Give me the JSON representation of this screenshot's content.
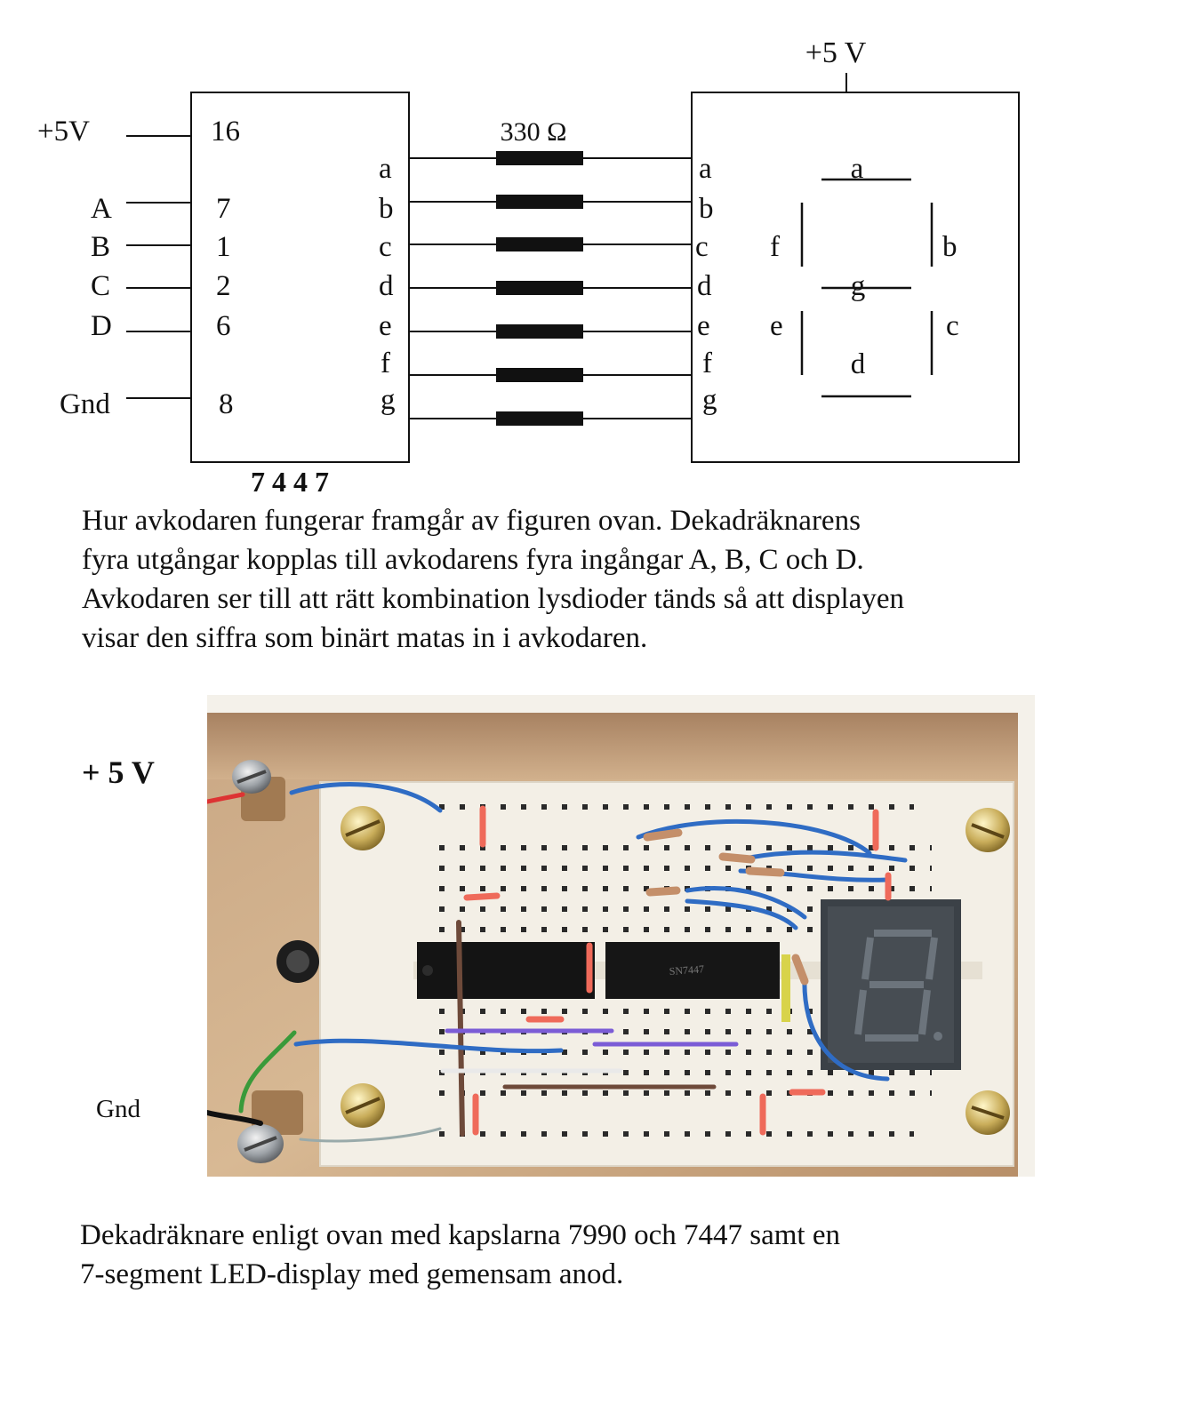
{
  "schematic": {
    "top_supply_label": "+5 V",
    "left_supply_label": "+5V",
    "decoder": {
      "part_label": "7 4 4 7",
      "vcc_pin": "16",
      "gnd_pin": "8",
      "inputs": [
        {
          "name": "A",
          "pin": "7"
        },
        {
          "name": "B",
          "pin": "1"
        },
        {
          "name": "C",
          "pin": "2"
        },
        {
          "name": "D",
          "pin": "6"
        }
      ],
      "gnd_label": "Gnd",
      "outputs": [
        "a",
        "b",
        "c",
        "d",
        "e",
        "f",
        "g"
      ]
    },
    "resistor_label": "330 Ω",
    "display": {
      "inputs": [
        "a",
        "b",
        "c",
        "d",
        "e",
        "f",
        "g"
      ],
      "segments": {
        "a": "a",
        "b": "b",
        "c": "c",
        "d": "d",
        "e": "e",
        "f": "f",
        "g": "g"
      }
    }
  },
  "paragraph_1": [
    "Hur  avkodaren fungerar  framgår av figuren ovan.  Dekadräknarens",
    "fyra utgångar  kopplas till avkodarens  fyra ingångar A, B, C och D.",
    "Avkodaren ser till att rätt kombination lysdioder tänds så att displayen",
    "visar den siffra  som binärt matas in i avkodaren."
  ],
  "photo": {
    "supply_label": "+ 5 V",
    "gnd_label": "Gnd"
  },
  "caption": [
    "Dekadräknare enligt ovan med kapslarna 7990 och 7447 samt  en",
    "7-segment LED-display med gemensam anod."
  ]
}
